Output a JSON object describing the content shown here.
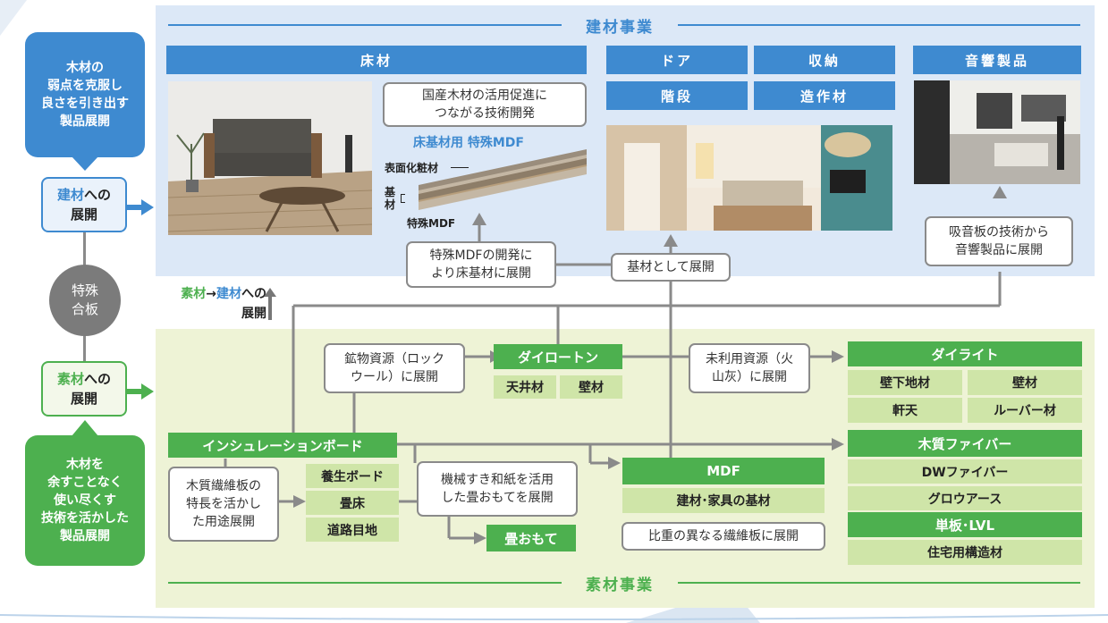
{
  "colors": {
    "blue": "#3e8ad0",
    "green": "#4db04f",
    "light_green": "#cfe5a8",
    "blue_bg": "#dce8f7",
    "green_bg": "#eef3d6",
    "gray": "#8a8a8a"
  },
  "top_section": {
    "title": "建材事業"
  },
  "bottom_section": {
    "title": "素材事業"
  },
  "left": {
    "top_callout": [
      "木材の",
      "弱点を克服し",
      "良さを引き出す",
      "製品展開"
    ],
    "kenzai_box": {
      "accent": "建材",
      "rest": "への",
      "line2": "展開"
    },
    "tokushu_circle": [
      "特殊",
      "合板"
    ],
    "sozai_box": {
      "accent": "素材",
      "rest": "への",
      "line2": "展開"
    },
    "bottom_callout": [
      "木材を",
      "余すことなく",
      "使い尽くす",
      "技術を活かした",
      "製品展開"
    ]
  },
  "middle_label": {
    "accent1": "素材",
    "arrow": "→",
    "accent2": "建材",
    "rest": "への",
    "line2": "展開"
  },
  "kenzai": {
    "floor": "床材",
    "door": "ドア",
    "storage": "収納",
    "stairs": "階段",
    "fixtures": "造作材",
    "acoustic": "音響製品",
    "tech_note": [
      "国産木材の活用促進に",
      "つながる技術開発"
    ],
    "mdf_title": "床基材用 特殊MDF",
    "label_surface": "表面化粧材",
    "label_base": "基材",
    "label_special_mdf": "特殊MDF",
    "note_special_mdf": [
      "特殊MDFの開発に",
      "より床基材に展開"
    ],
    "note_base": "基材として展開",
    "note_acoustic": [
      "吸音板の技術から",
      "音響製品に展開"
    ]
  },
  "sozai": {
    "dairoton": "ダイロートン",
    "ceiling": "天井材",
    "wall": "壁材",
    "mineral_note": [
      "鉱物資源（ロック",
      "ウール）に展開"
    ],
    "unused_note": [
      "未利用資源（火",
      "山灰）に展開"
    ],
    "dailite": "ダイライト",
    "dailite_items": [
      "壁下地材",
      "壁材",
      "軒天",
      "ルーバー材"
    ],
    "insulation_board": "インシュレーションボード",
    "fiber_note": [
      "木質繊維板の",
      "特長を活かし",
      "た用途展開"
    ],
    "ib_items": [
      "養生ボード",
      "畳床",
      "道路目地"
    ],
    "washi_note": [
      "機械すき和紙を活用",
      "した畳おもてを展開"
    ],
    "tatami_omote": "畳おもて",
    "mdf": "MDF",
    "mdf_sub": "建材･家具の基材",
    "density_note": "比重の異なる繊維板に展開",
    "wood_fiber": "木質ファイバー",
    "wood_fiber_items": [
      "DWファイバー",
      "グロウアース"
    ],
    "lvl": "単板･LVL",
    "lvl_item": "住宅用構造材"
  }
}
